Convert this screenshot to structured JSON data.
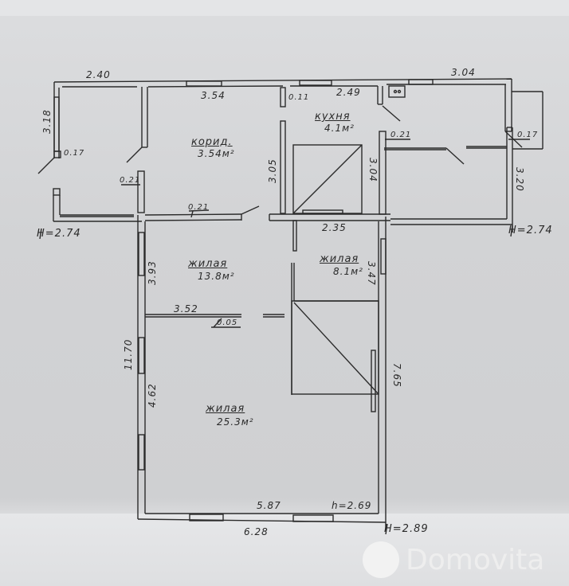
{
  "plan": {
    "background_color": "#d4d5d7",
    "line_color": "#2b2b2b",
    "rooms": [
      {
        "name": "корид.",
        "area": "3.54м²"
      },
      {
        "name": "кухня",
        "area": "4.1м²"
      },
      {
        "name": "жилая",
        "area": "13.8м²"
      },
      {
        "name": "жилая",
        "area": "8.1м²"
      },
      {
        "name": "жилая",
        "area": "25.3м²"
      }
    ],
    "dimensions": {
      "top_left_width": "2.40",
      "left_porch_height": "3.18",
      "corridor_width": "3.54",
      "kitchen_width": "2.49",
      "right_top_width": "3.04",
      "stove_left": "3.05",
      "stove_right": "3.04",
      "right_room_height": "3.20",
      "mid_room_width": "2.35",
      "room_13_height": "3.93",
      "room_8_height": "3.47",
      "room_13_width": "3.52",
      "total_height": "11.70",
      "room_25_height": "4.62",
      "right_total_height": "7.65",
      "room_25_width": "5.87",
      "total_width": "6.28"
    },
    "wall_marks": {
      "porch_left": "0.17",
      "porch_door": "0.21",
      "corridor_partition": "0.21",
      "kitchen_partition": "0.11",
      "right_room_partition": "0.21",
      "right_outer": "0.17",
      "room_divider": "0.05"
    },
    "heights": {
      "left": "H=2.74",
      "right": "H=2.74",
      "bottom": "H=2.89",
      "room_25_ceiling": "h=2.69"
    }
  },
  "watermark": {
    "brand": "Domovita"
  }
}
